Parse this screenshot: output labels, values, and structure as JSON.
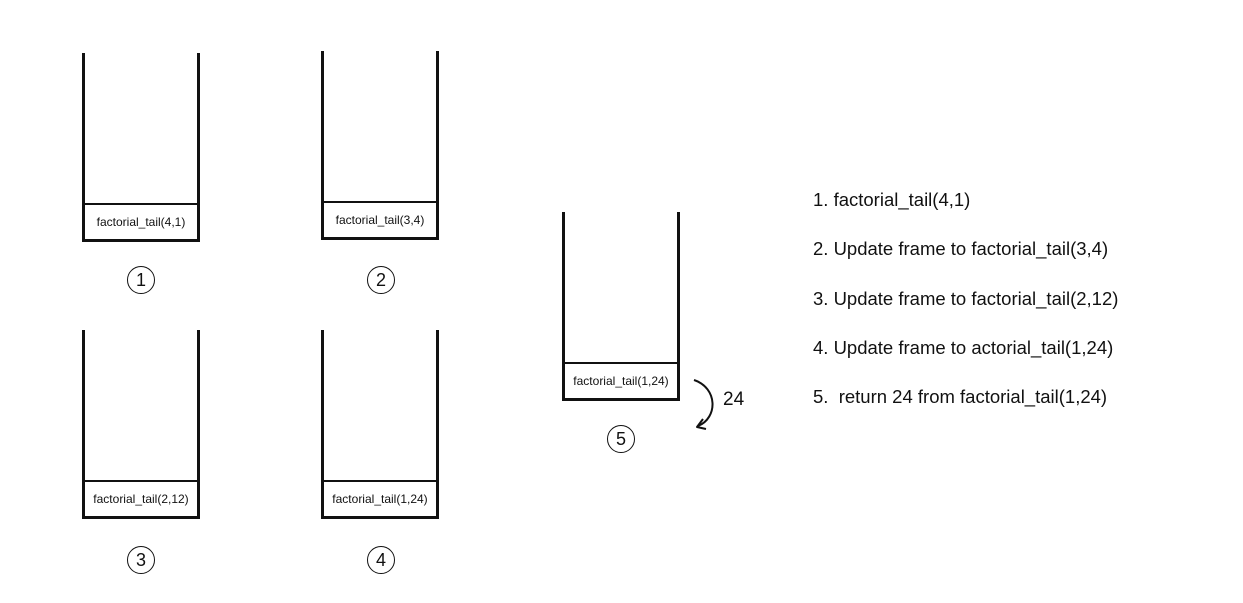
{
  "stacks": [
    {
      "frame": "factorial_tail(4,1)",
      "step": "1"
    },
    {
      "frame": "factorial_tail(3,4)",
      "step": "2"
    },
    {
      "frame": "factorial_tail(2,12)",
      "step": "3"
    },
    {
      "frame": "factorial_tail(1,24)",
      "step": "4"
    },
    {
      "frame": "factorial_tail(1,24)",
      "step": "5"
    }
  ],
  "return_value": "24",
  "steps": [
    "1. factorial_tail(4,1)",
    "2. Update frame to factorial_tail(3,4)",
    "3. Update frame to factorial_tail(2,12)",
    "4. Update frame to actorial_tail(1,24)",
    "5.  return 24 from factorial_tail(1,24)"
  ]
}
